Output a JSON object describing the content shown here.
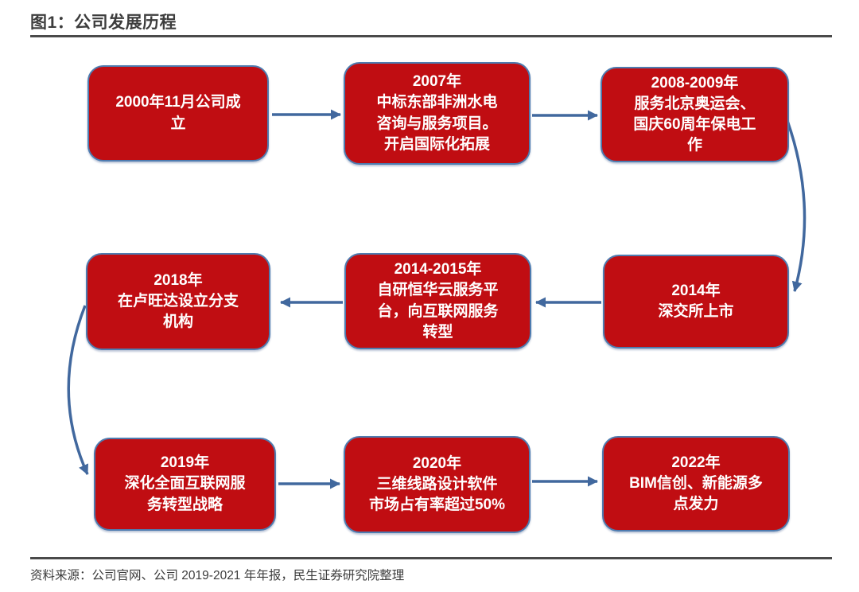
{
  "figure": {
    "title": "图1：公司发展历程",
    "source": "资料来源：公司官网、公司 2019-2021 年年报，民生证券研究院整理"
  },
  "theme": {
    "box_fill": "#c00d12",
    "box_border": "#4e7cb0",
    "box_text": "#ffffff",
    "arrow_color": "#41689e",
    "title_color": "#3d3d3d",
    "rule_color": "#4a4a4a"
  },
  "milestones": [
    {
      "year": "",
      "desc": "2000年11月公司成\n立"
    },
    {
      "year": "2007年",
      "desc": "中标东部非洲水电\n咨询与服务项目。\n开启国际化拓展"
    },
    {
      "year": "2008-2009年",
      "desc": "服务北京奥运会、\n国庆60周年保电工\n作"
    },
    {
      "year": "2014年",
      "desc": "深交所上市"
    },
    {
      "year": "2014-2015年",
      "desc": "自研恒华云服务平\n台，向互联网服务\n转型"
    },
    {
      "year": "2018年",
      "desc": "在卢旺达设立分支\n机构"
    },
    {
      "year": "2019年",
      "desc": "深化全面互联网服\n务转型战略"
    },
    {
      "year": "2020年",
      "desc": "三维线路设计软件\n市场占有率超过50%"
    },
    {
      "year": "2022年",
      "desc": "BIM信创、新能源多\n点发力"
    }
  ]
}
